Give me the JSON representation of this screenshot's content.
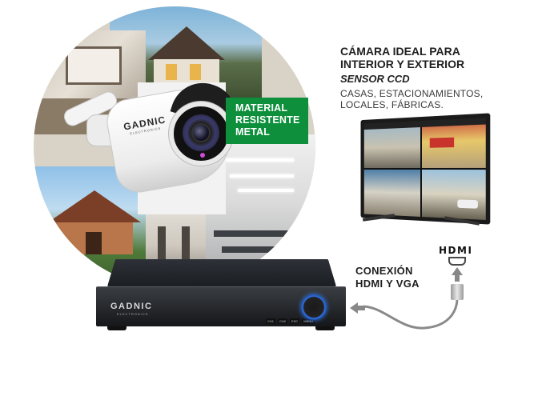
{
  "badge": {
    "line1": "MATERIAL",
    "line2": "RESISTENTE",
    "line3": "METAL"
  },
  "headline": {
    "line1": "CÁMARA IDEAL PARA",
    "line2": "INTERIOR Y EXTERIOR"
  },
  "sensor": "SENSOR CCD",
  "locations": {
    "line1": "CASAS, ESTACIONAMIENTOS,",
    "line2": "LOCALES, FÁBRICAS."
  },
  "connection": {
    "line1": "CONEXIÓN",
    "line2": "HDMI Y VGA"
  },
  "hdmi_logo": "HDMI",
  "camera": {
    "brand": "GADNIC",
    "brand_sub": "ELECTRONICS"
  },
  "dvr": {
    "brand": "GADNIC",
    "brand_sub": "ELECTRONICS",
    "leds": [
      "CH1",
      "CH2",
      "ESC",
      "MENU"
    ]
  },
  "colors": {
    "badge_green": "#0d8f3b",
    "power_blue": "#2f7cff"
  },
  "icons": {
    "arrow_up": "arrow-up-icon",
    "arrow_left": "arrow-left-icon",
    "hdmi_plug": "hdmi-plug-icon"
  }
}
